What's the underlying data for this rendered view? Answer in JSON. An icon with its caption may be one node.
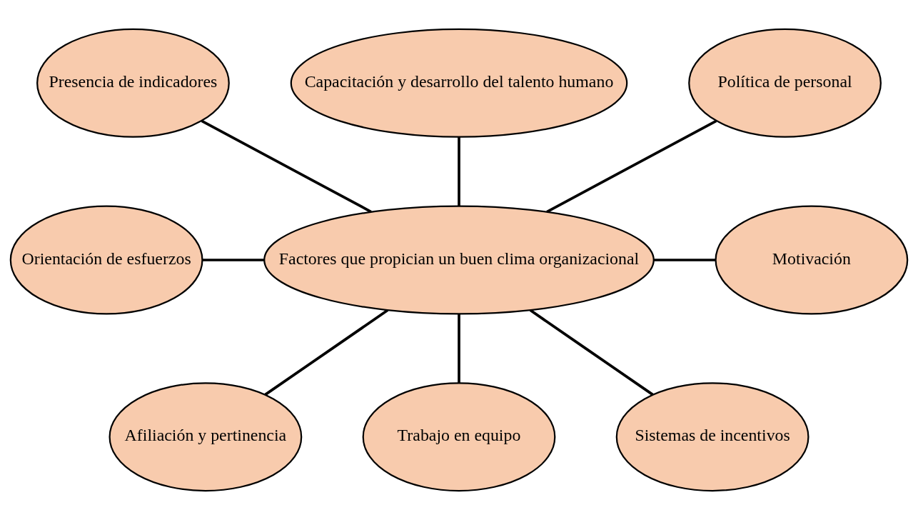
{
  "diagram": {
    "nodes": [
      {
        "text": [
          "Presencia de indicadores"
        ]
      },
      {
        "text": [
          "Capacitación y desarrollo del talento humano"
        ]
      },
      {
        "text": [
          "Política de personal"
        ]
      },
      {
        "text": [
          "Orientación de esfuerzos"
        ]
      },
      {
        "text": [
          "Factores que propician un buen clima organizacional"
        ]
      },
      {
        "text": [
          "Motivación"
        ]
      },
      {
        "text": [
          "Afiliación y pertinencia"
        ]
      },
      {
        "text": [
          "Trabajo en equipo"
        ]
      },
      {
        "text": [
          "Sistemas de incentivos"
        ]
      }
    ],
    "edges": [
      {
        "from": 0,
        "to": 4,
        "arrow": "none"
      },
      {
        "from": 1,
        "to": 4,
        "arrow": "none"
      },
      {
        "from": 2,
        "to": 4,
        "arrow": "none"
      },
      {
        "from": 3,
        "to": 4,
        "arrow": "none"
      },
      {
        "from": 4,
        "to": 5,
        "arrow": "none"
      },
      {
        "from": 4,
        "to": 6,
        "arrow": "none"
      },
      {
        "from": 4,
        "to": 7,
        "arrow": "none"
      },
      {
        "from": 4,
        "to": 8,
        "arrow": "none"
      }
    ]
  }
}
